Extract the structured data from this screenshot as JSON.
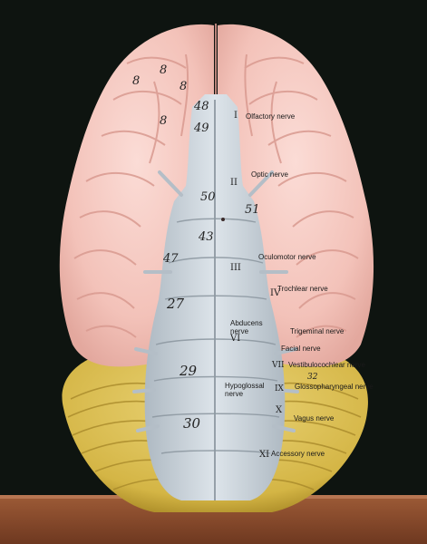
{
  "nerve_labels": {
    "olfactory": "Olfactory nerve",
    "optic": "Optic nerve",
    "oculomotor": "Oculomotor nerve",
    "trochlear": "Trochlear nerve",
    "abducens_line1": "Abducens",
    "abducens_line2": "nerve",
    "trigeminal": "Trigeminal nerve",
    "facial": "Facial nerve",
    "vestibulocochlear": "Vestibulocochlear nerve",
    "hypoglossal_line1": "Hypoglossal",
    "hypoglossal_line2": "nerve",
    "glossopharyngeal": "Glossopharyngeal nerve",
    "vagus": "Vagus nerve",
    "accessory": "Accessory nerve"
  },
  "model_numbers": {
    "n8a": "8",
    "n8b": "8",
    "n8c": "8",
    "n8d": "8",
    "n48": "48",
    "n49": "49",
    "n50": "50",
    "n51": "51",
    "n43": "43",
    "n47": "47",
    "n27": "27",
    "n29": "29",
    "n30": "30",
    "n32": "32"
  },
  "roman_marks": {
    "I": "I",
    "II": "II",
    "III": "III",
    "IV": "IV",
    "VI": "VI",
    "VII": "VII",
    "IX": "IX",
    "X": "X",
    "XI": "XI"
  },
  "colors": {
    "cerebrum": "#f5c8c0",
    "brainstem": "#c9d3db",
    "cerebellum": "#d9bf55",
    "base": "#8a4a2c",
    "backdrop": "#0e1410"
  }
}
